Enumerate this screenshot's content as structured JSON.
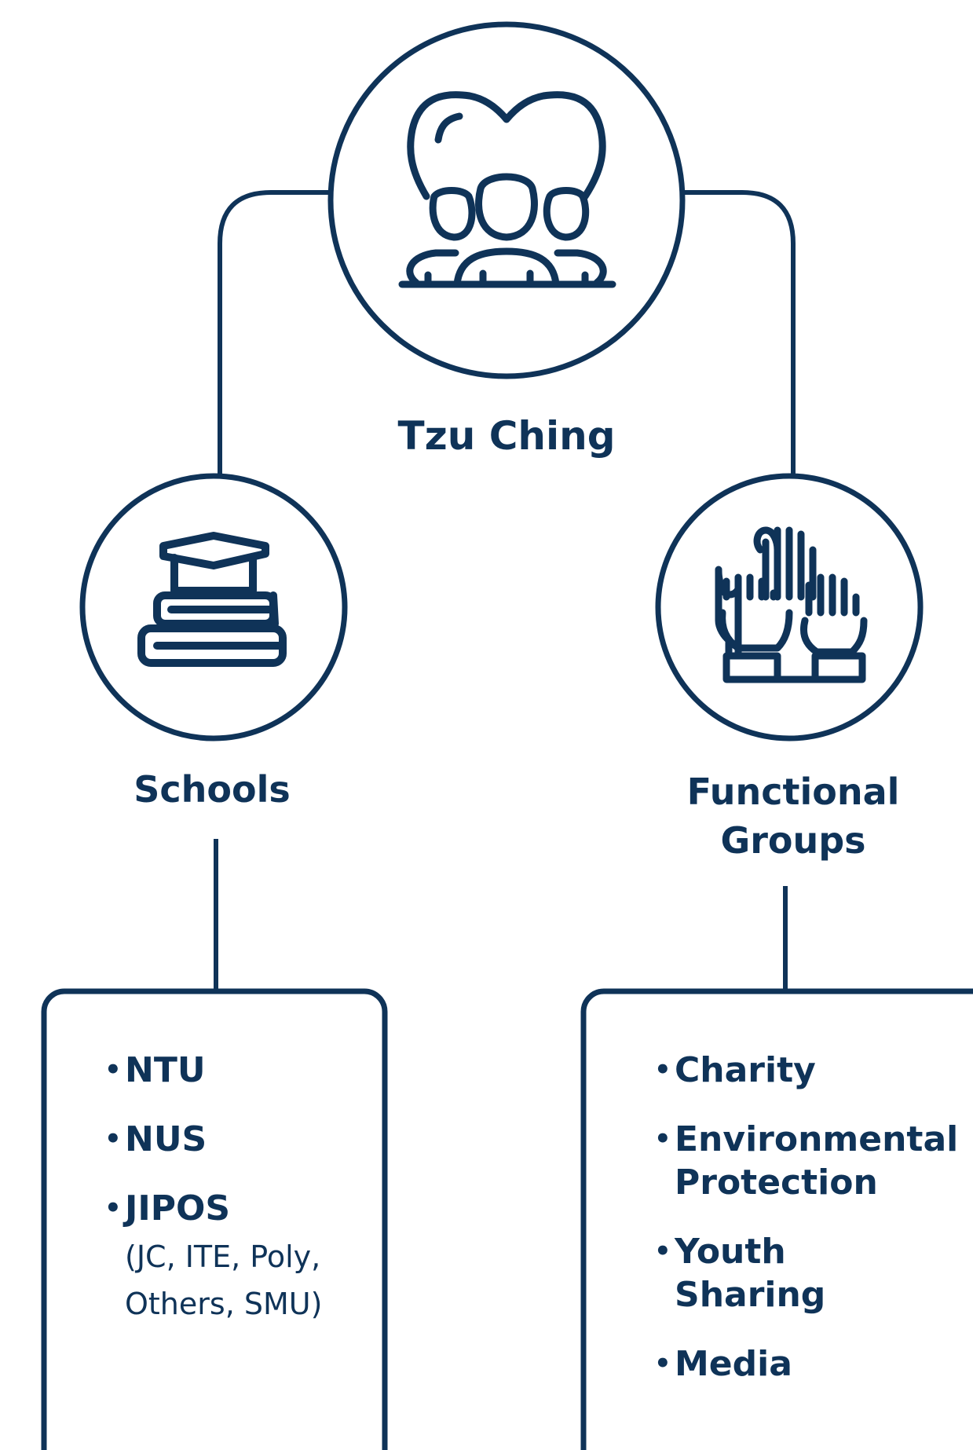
{
  "root": {
    "label": "Tzu Ching",
    "icon": "heart-people-icon"
  },
  "branches": [
    {
      "label": "Schools",
      "icon": "books-graduation-cap-icon",
      "items": [
        {
          "label": "NTU"
        },
        {
          "label": "NUS"
        },
        {
          "label": "JIPOS",
          "sub_lines": [
            "(JC, ITE, Poly,",
            "Others, SMU)"
          ]
        }
      ]
    },
    {
      "label_lines": [
        "Functional",
        "Groups"
      ],
      "icon": "raised-hands-icon",
      "items": [
        {
          "label_lines": [
            "Charity"
          ]
        },
        {
          "label_lines": [
            "Environmental",
            "Protection"
          ]
        },
        {
          "label_lines": [
            "Youth",
            "Sharing"
          ]
        },
        {
          "label_lines": [
            "Media"
          ]
        }
      ]
    }
  ],
  "colors": {
    "primary": "#0f3358",
    "background": "#ffffff"
  }
}
